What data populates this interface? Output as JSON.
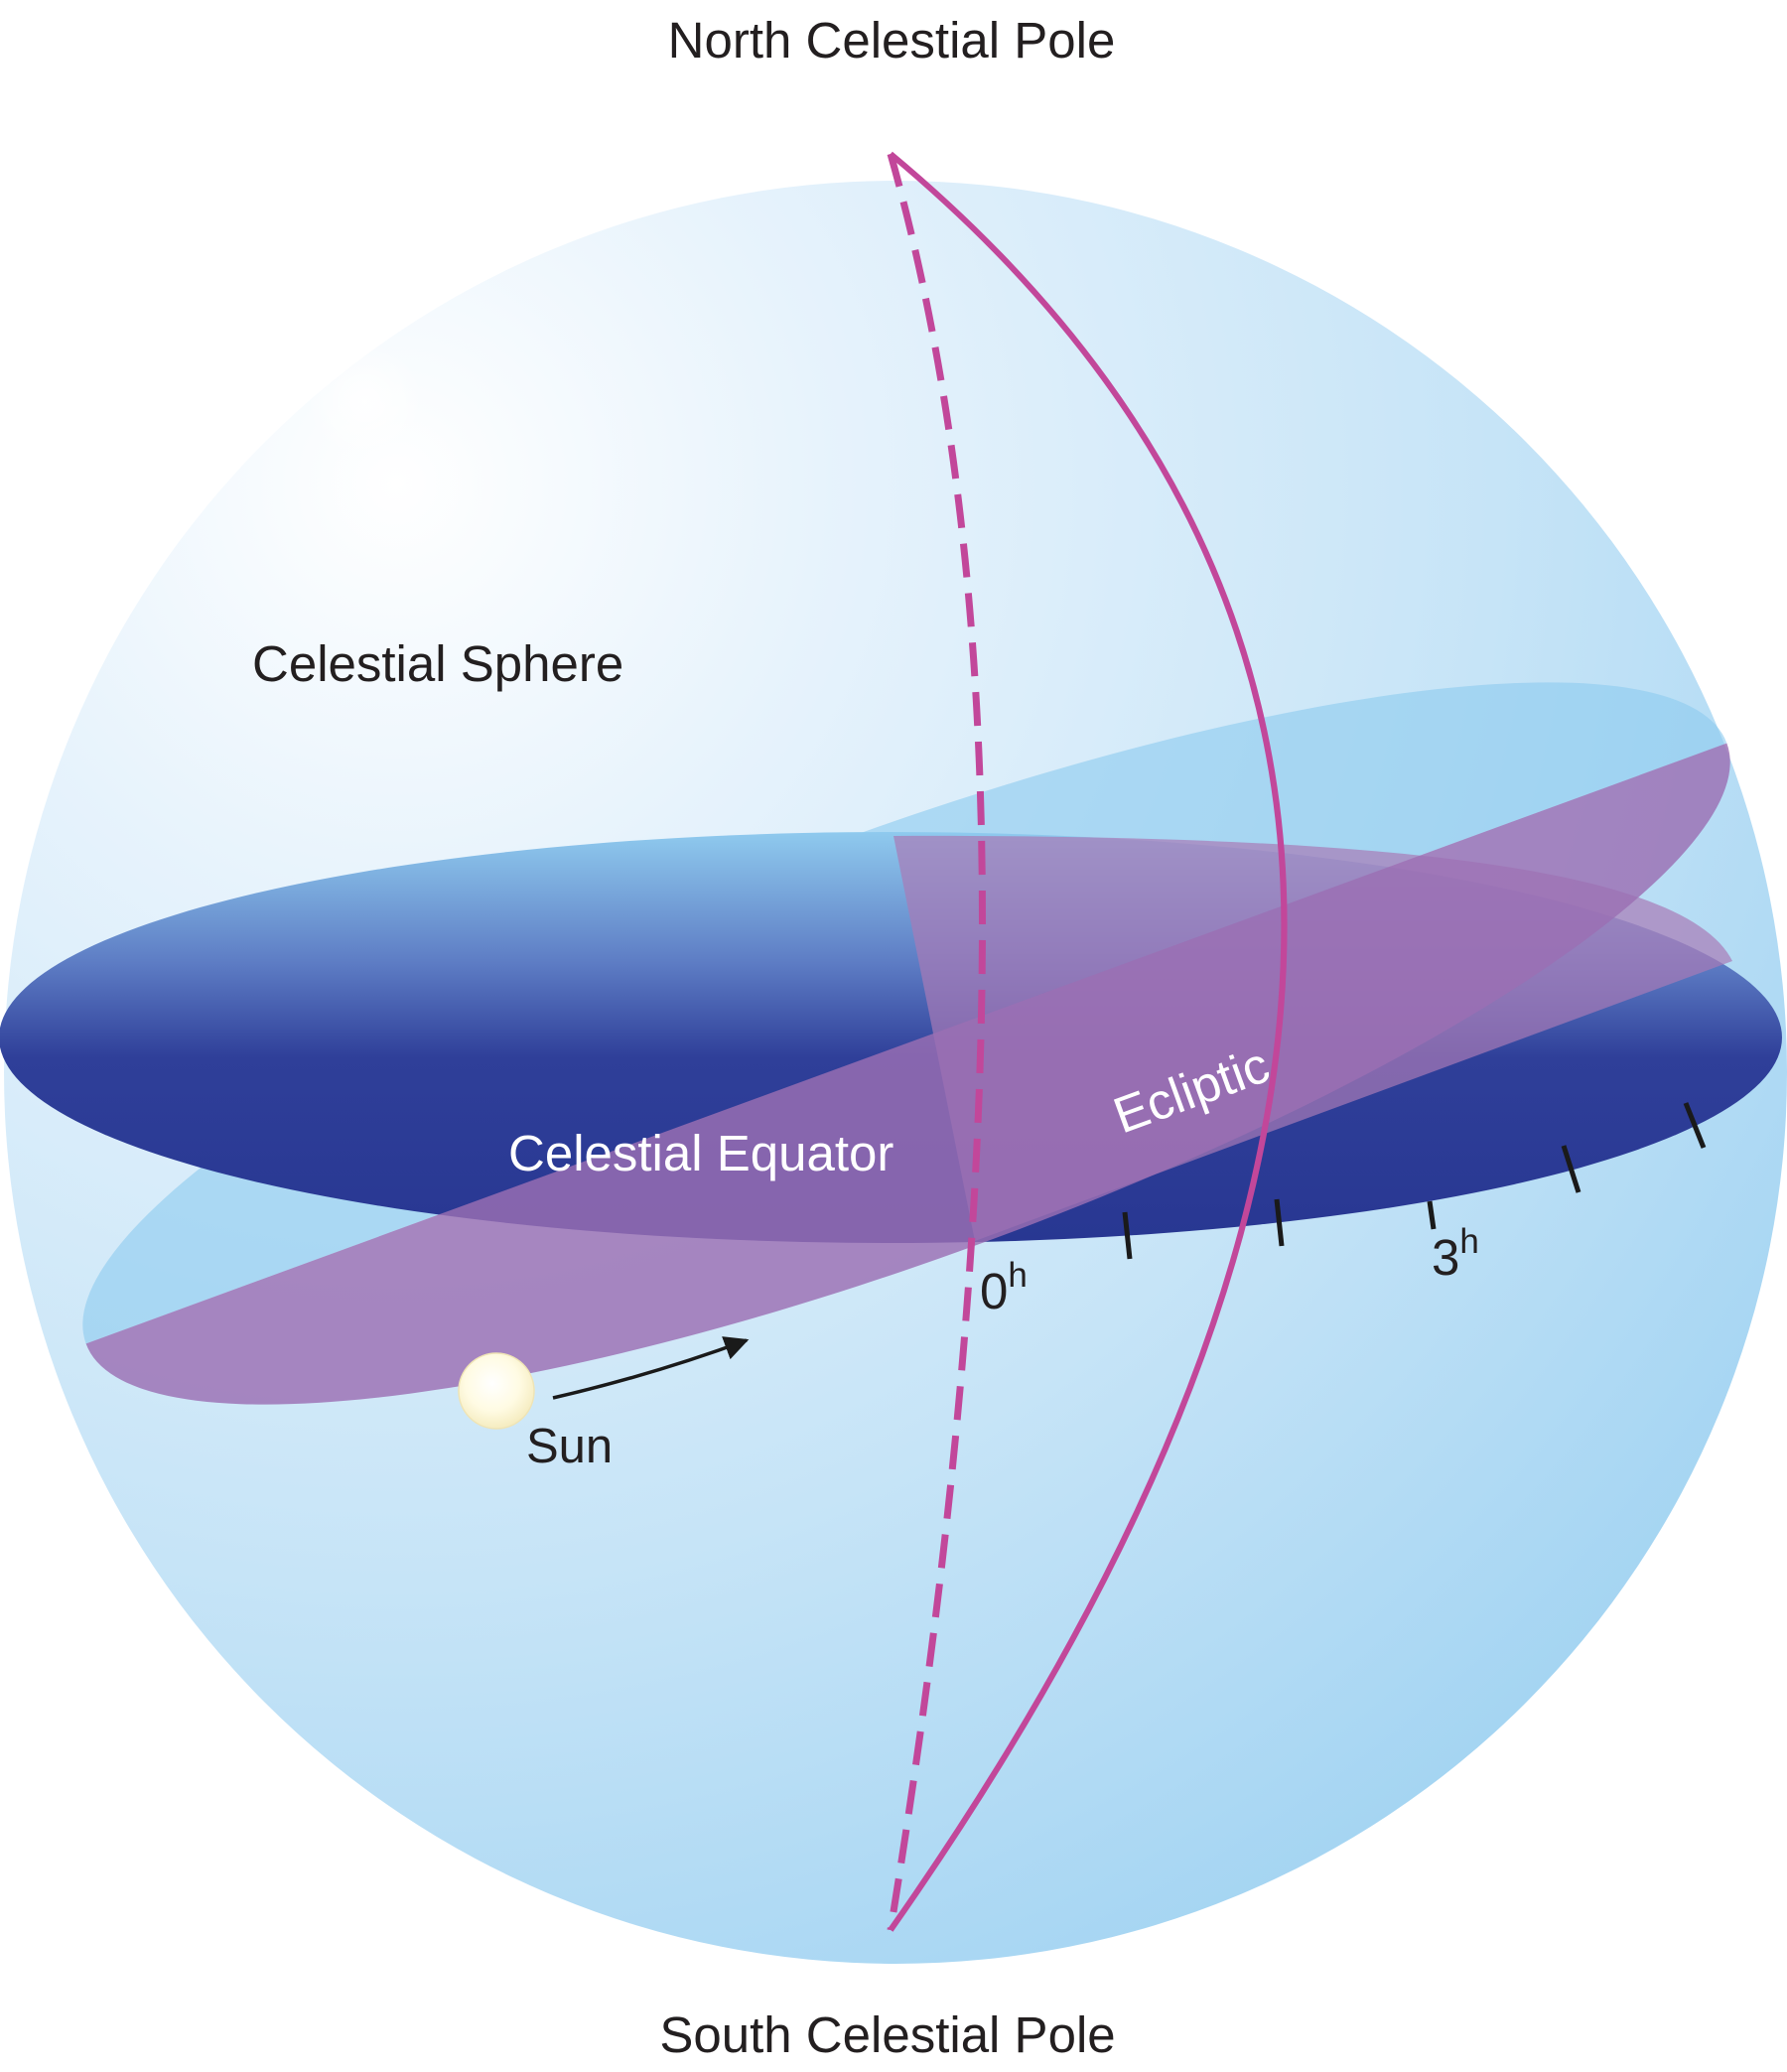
{
  "labels": {
    "north_pole": "North Celestial Pole",
    "south_pole": "South Celestial Pole",
    "sphere": "Celestial Sphere",
    "equator": "Celestial Equator",
    "ecliptic": "Ecliptic",
    "sun": "Sun",
    "hour_0": "0",
    "hour_0_unit": "h",
    "hour_3": "3",
    "hour_3_unit": "h"
  },
  "colors": {
    "sphere_light": "#eef7fd",
    "sphere_mid": "#cfe7f7",
    "sphere_dark": "#a8d6f2",
    "equator_plane_top": "#8ec8ec",
    "equator_plane_dark": "#2b3a94",
    "ecliptic_plane": "#9b6fb3",
    "meridian_line": "#c2479a",
    "sun_fill": "#fffbe6",
    "tick_color": "#1a1a1a"
  },
  "icons": {
    "sun": "sun-icon",
    "motion_arrow": "arrow-icon"
  }
}
